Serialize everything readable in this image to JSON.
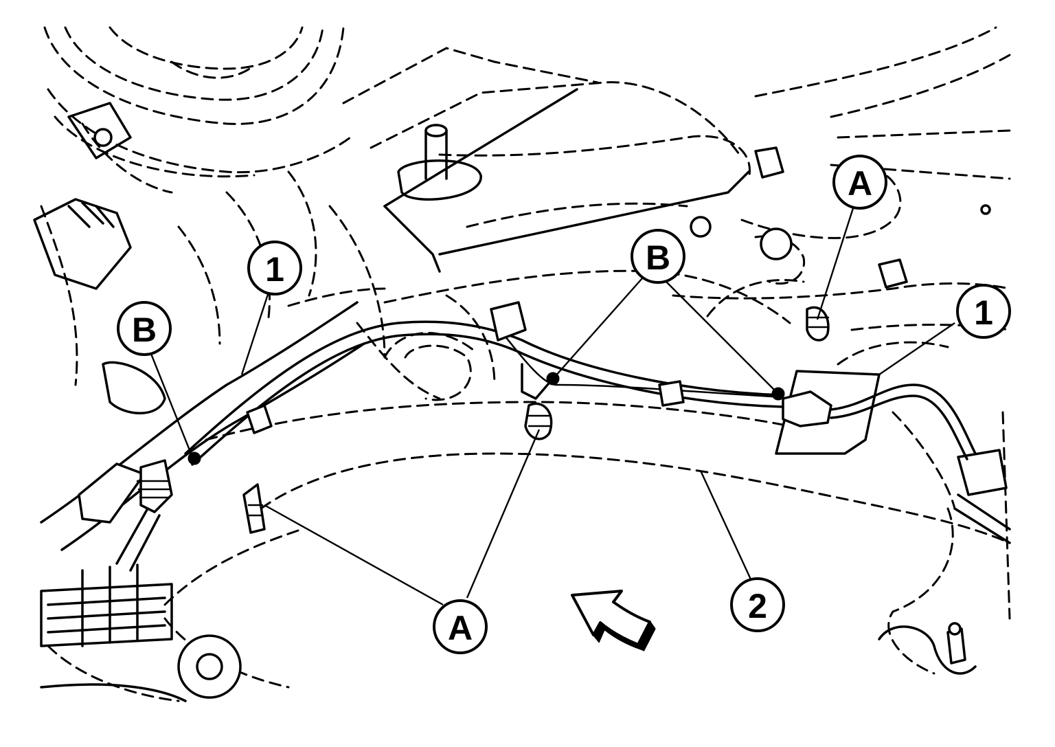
{
  "callouts": {
    "one_left": "1",
    "one_right": "1",
    "two": "2",
    "b_left": "B",
    "b_center": "B",
    "a_top_right": "A",
    "a_bottom": "A"
  },
  "icons": {
    "direction_arrow": "front-direction-arrow-icon"
  }
}
